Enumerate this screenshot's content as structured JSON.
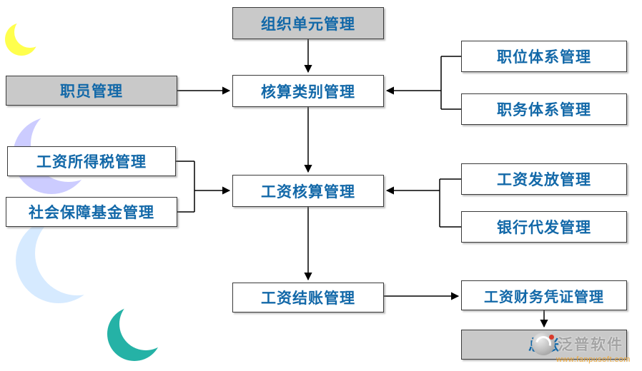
{
  "colors": {
    "node_text": "#1268A8",
    "highlight_fill": "#C9C9C9",
    "line": "#000000"
  },
  "nodes": {
    "org_unit": {
      "label": "组织单元管理"
    },
    "staff": {
      "label": "职员管理"
    },
    "accounting_category": {
      "label": "核算类别管理"
    },
    "position_system": {
      "label": "职位体系管理"
    },
    "job_system": {
      "label": "职务体系管理"
    },
    "income_tax": {
      "label": "工资所得税管理"
    },
    "social_security": {
      "label": "社会保障基金管理"
    },
    "salary_accounting": {
      "label": "工资核算管理"
    },
    "salary_payment": {
      "label": "工资发放管理"
    },
    "bank_payment": {
      "label": "银行代发管理"
    },
    "salary_settlement": {
      "label": "工资结账管理"
    },
    "salary_voucher": {
      "label": "工资财务凭证管理"
    },
    "general_ledger": {
      "label": "总账"
    }
  },
  "edges": [
    {
      "from": "组织单元管理",
      "to": "核算类别管理"
    },
    {
      "from": "职员管理",
      "to": "核算类别管理"
    },
    {
      "from": "职位体系管理",
      "to": "核算类别管理"
    },
    {
      "from": "职务体系管理",
      "to": "核算类别管理"
    },
    {
      "from": "核算类别管理",
      "to": "工资核算管理"
    },
    {
      "from": "工资所得税管理",
      "to": "工资核算管理"
    },
    {
      "from": "社会保障基金管理",
      "to": "工资核算管理"
    },
    {
      "from": "工资发放管理",
      "to": "工资核算管理"
    },
    {
      "from": "银行代发管理",
      "to": "工资核算管理"
    },
    {
      "from": "工资核算管理",
      "to": "工资结账管理"
    },
    {
      "from": "工资结账管理",
      "to": "工资财务凭证管理"
    },
    {
      "from": "工资财务凭证管理",
      "to": "总账"
    }
  ],
  "watermark": {
    "brand": "泛普软件",
    "url": "www.fanpusoft.com"
  }
}
